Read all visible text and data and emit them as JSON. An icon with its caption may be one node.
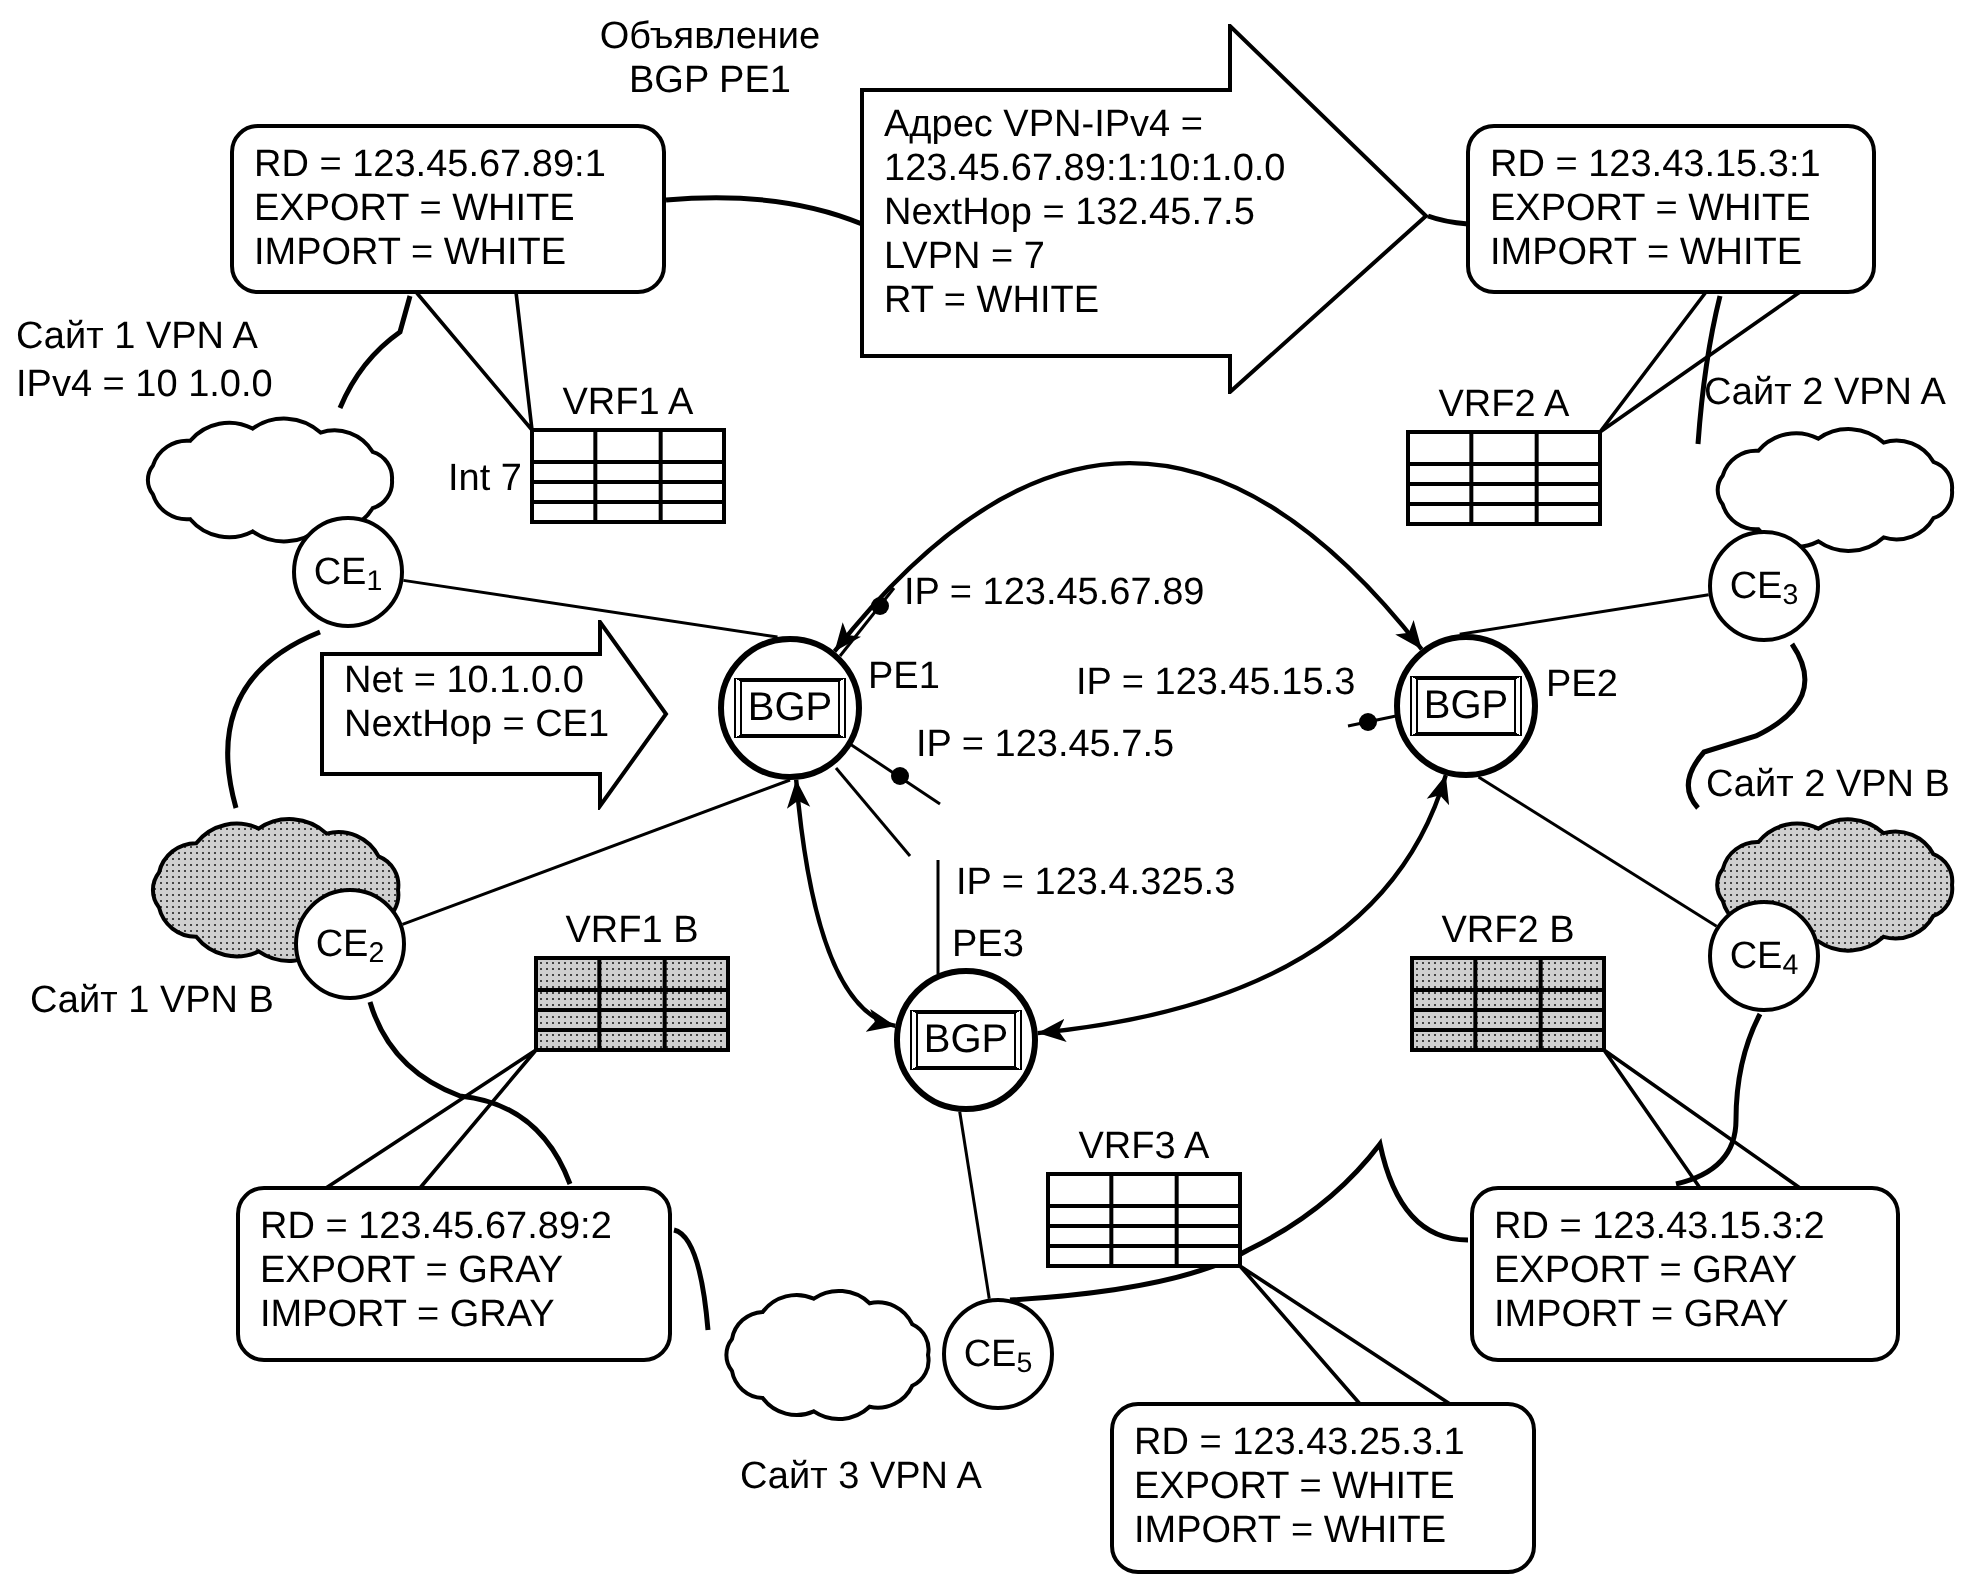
{
  "diagram": {
    "nodes": [
      {
        "text": [],
        "shape": "cloud",
        "beside": [
          "Сайт 1 VPN A",
          "IPv4 = 10 1.0.0"
        ]
      },
      {
        "text": [
          "CE$_{1}$"
        ]
      },
      {
        "text": [],
        "shape": "cloud",
        "beside": [
          "Сайт 1 VPN B"
        ]
      },
      {
        "text": [
          "CE$_{2}$"
        ]
      },
      {
        "text": [],
        "shape": "cloud",
        "beside": [
          "Сайт 2 VPN A"
        ]
      },
      {
        "text": [
          "CE$_{3}$"
        ]
      },
      {
        "text": [],
        "shape": "cloud",
        "beside": [
          "Сайт 2 VPN B"
        ]
      },
      {
        "text": [
          "CE$_{4}$"
        ]
      },
      {
        "text": [],
        "shape": "cloud",
        "beside": [
          "Сайт 3 VPN A"
        ]
      },
      {
        "text": [
          "CE$_{5}$"
        ]
      },
      {
        "text": [
          "BGP"
        ],
        "beside": [
          "PE1",
          "IP = 123.45.67.89",
          "IP = 123.45.7.5"
        ]
      },
      {
        "text": [
          "BGP"
        ],
        "beside": [
          "PE2",
          "IP = 123.45.15.3"
        ]
      },
      {
        "text": [
          "BGP"
        ],
        "beside": [
          "PE3",
          "IP = 123.4.325.3"
        ]
      },
      {
        "text": [
          "VRF1 A"
        ],
        "beside": [
          "Int 7"
        ]
      },
      {
        "text": [
          "VRF2 A"
        ]
      },
      {
        "text": [
          "VRF1 B"
        ]
      },
      {
        "text": [
          "VRF2 B"
        ]
      },
      {
        "text": [
          "VRF3 A"
        ]
      },
      {
        "text": [
          "RD = 123.45.67.89:1",
          "EXPORT = WHITE",
          "IMPORT = WHITE"
        ]
      },
      {
        "text": [
          "RD = 123.43.15.3:1",
          "EXPORT = WHITE",
          "IMPORT = WHITE"
        ]
      },
      {
        "text": [
          "RD = 123.45.67.89:2",
          "EXPORT = GRAY",
          "IMPORT = GRAY"
        ]
      },
      {
        "text": [
          "RD = 123.43.15.3:2",
          "EXPORT = GRAY",
          "IMPORT = GRAY"
        ]
      },
      {
        "text": [
          "RD = 123.43.25.3.1",
          "EXPORT = WHITE",
          "IMPORT = WHITE"
        ]
      },
      {
        "text": [
          "Адрес VPN-IPv4 = 123.45.67.89:1:10:1.0.0",
          "NextHop = 132.45.7.5",
          "LVPN = 7",
          "RT = WHITE"
        ],
        "beside": [
          "Объявление BGP PE1"
        ]
      },
      {
        "text": [
          "Net = 10.1.0.0",
          "NextHop = CE1"
        ]
      }
    ],
    "edges": [
      {
        "from": 1,
        "to": 10,
        "arrow": "none"
      },
      {
        "from": 3,
        "to": 10,
        "arrow": "none"
      },
      {
        "from": 5,
        "to": 11,
        "arrow": "none"
      },
      {
        "from": 7,
        "to": 11,
        "arrow": "none"
      },
      {
        "from": 9,
        "to": 12,
        "arrow": "none"
      },
      {
        "from": 10,
        "to": 11,
        "arrow": "both"
      },
      {
        "from": 10,
        "to": 12,
        "arrow": "both"
      },
      {
        "from": 12,
        "to": 11,
        "arrow": "both"
      },
      {
        "from": 18,
        "to": 13,
        "arrow": "none"
      },
      {
        "from": 19,
        "to": 14,
        "arrow": "none"
      },
      {
        "from": 20,
        "to": 15,
        "arrow": "none"
      },
      {
        "from": 21,
        "to": 16,
        "arrow": "none"
      },
      {
        "from": 22,
        "to": 17,
        "arrow": "none"
      }
    ]
  }
}
